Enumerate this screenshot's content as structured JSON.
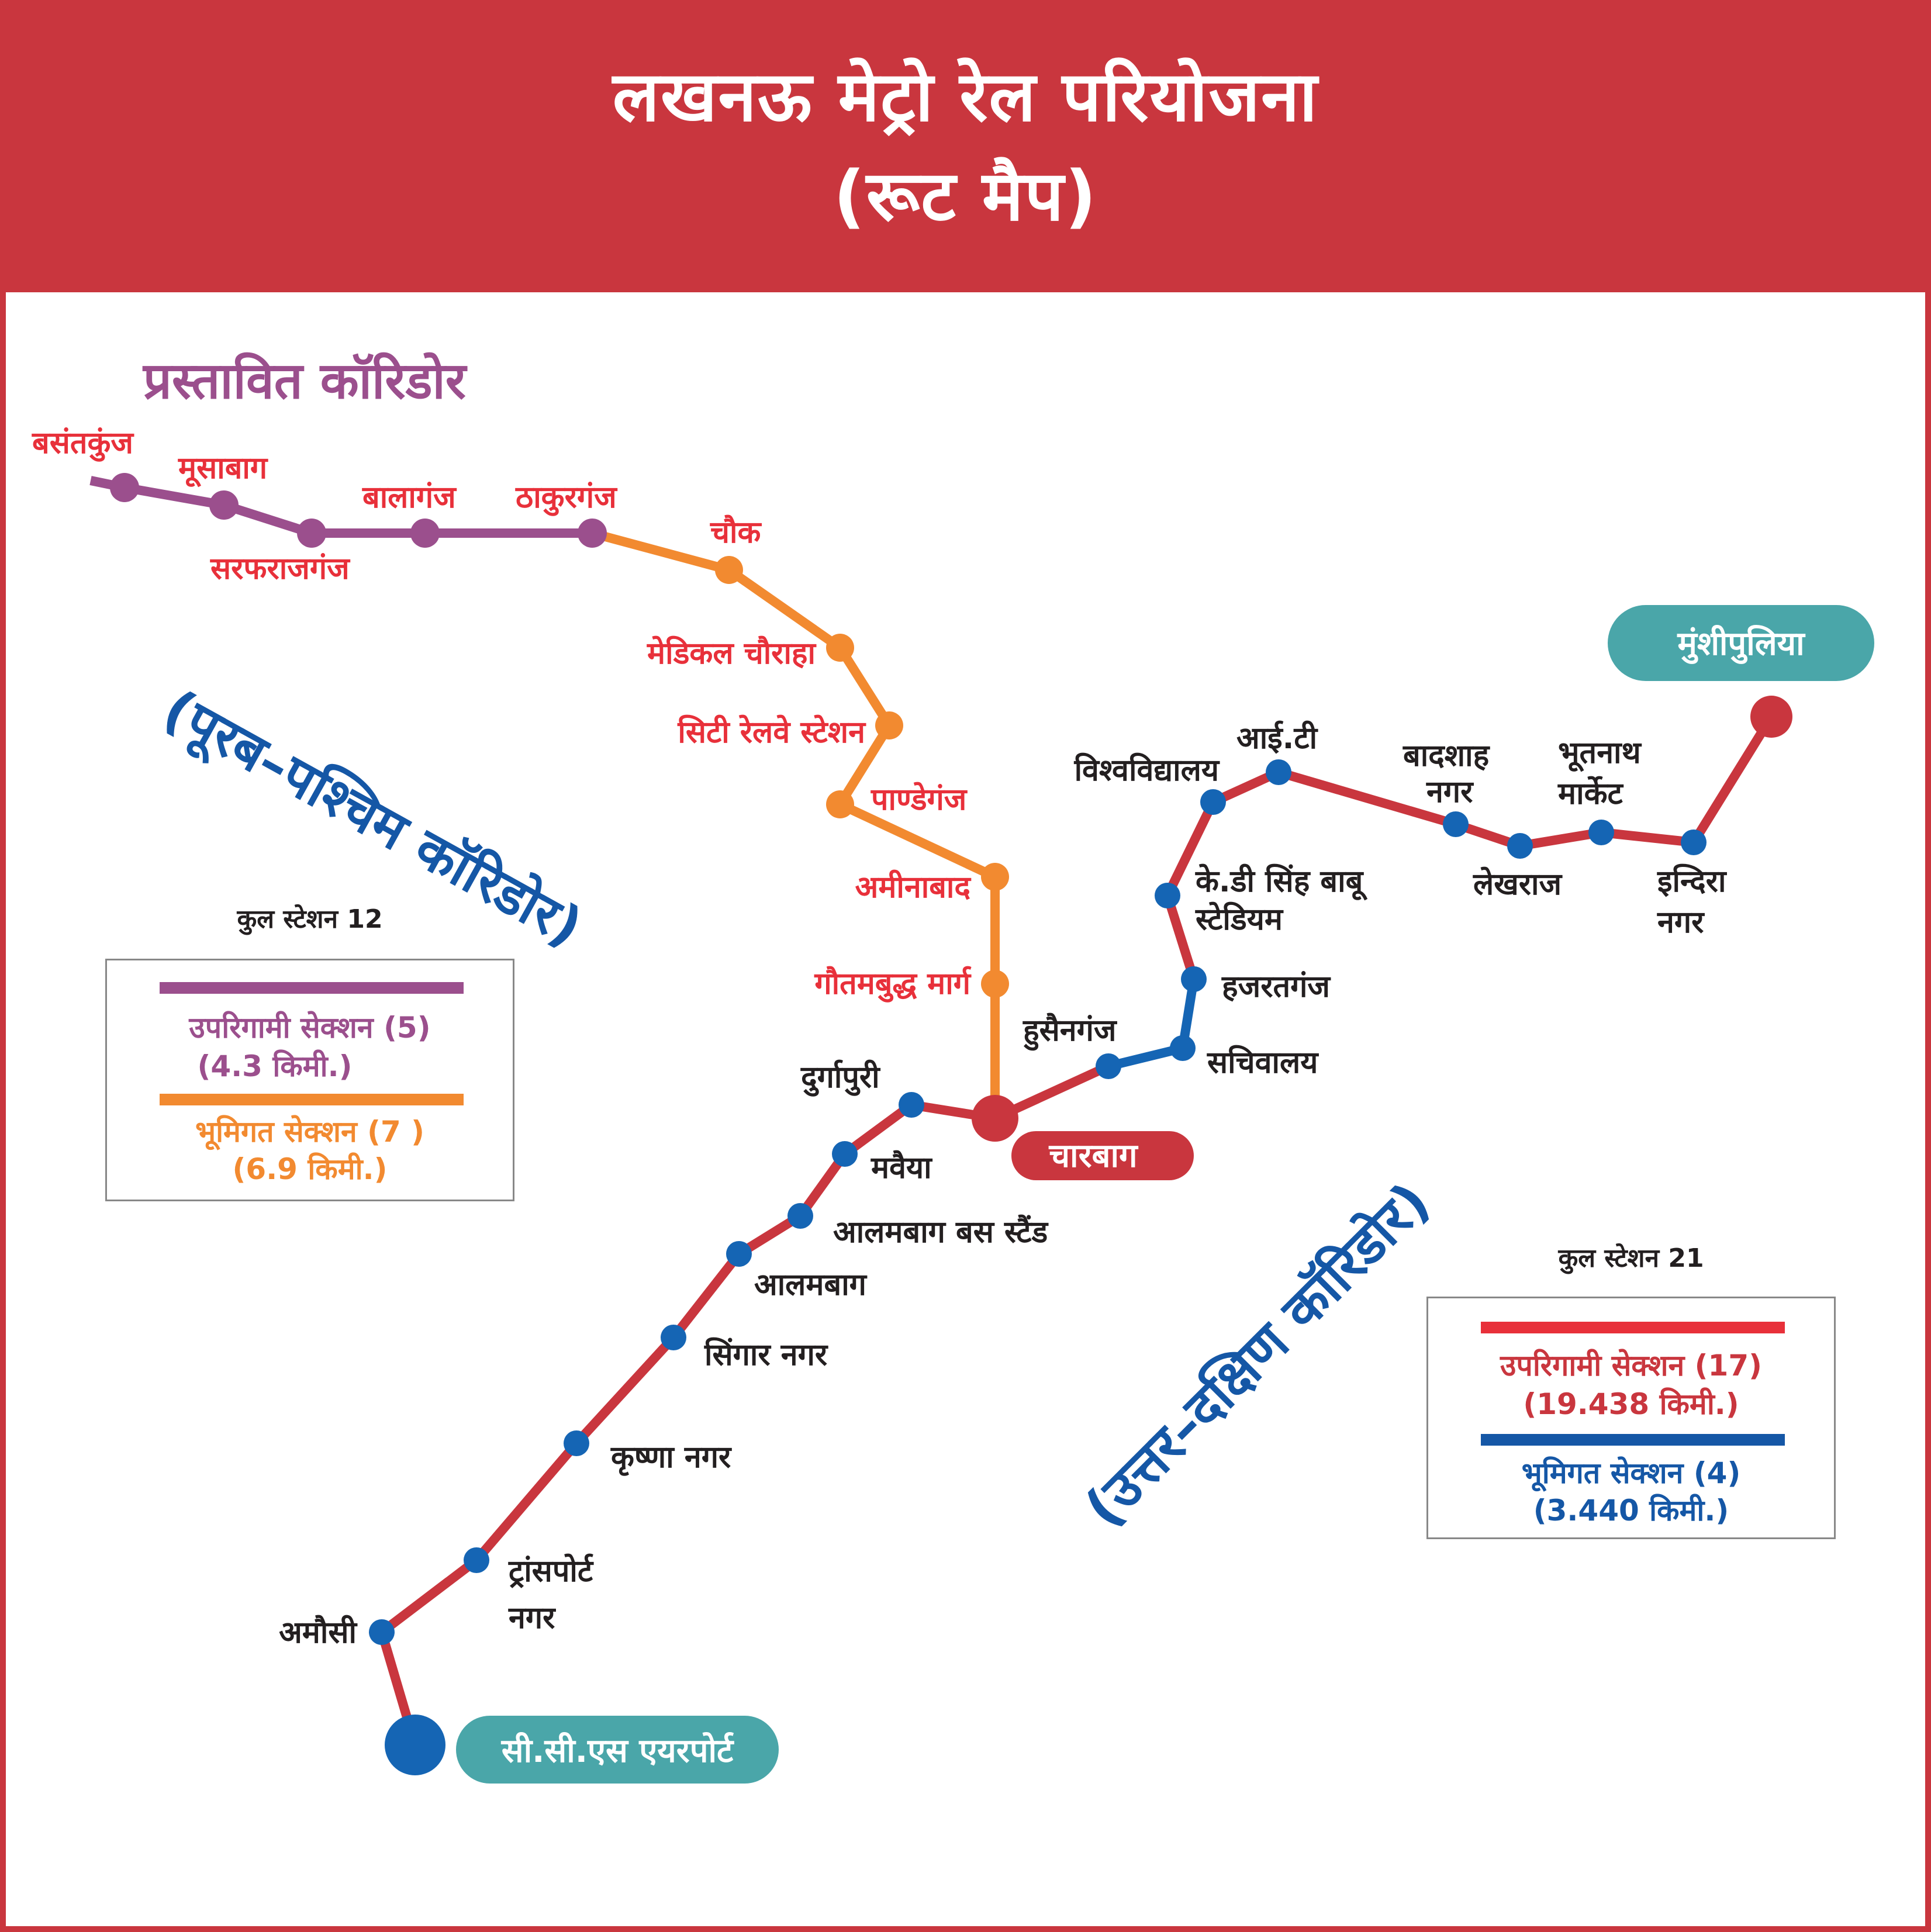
{
  "header": {
    "title_line1": "लखनऊ मेट्रो रेल परियोजना",
    "title_line2": "(रूट मैप)"
  },
  "colors": {
    "header_bg": "#c9363e",
    "proposed_purple": "#9b4f8d",
    "underground_orange": "#f28a30",
    "elevated_red": "#c9363e",
    "underground_blue": "#1565b4",
    "terminal_teal": "#4aa6a9",
    "label_red": "#e8303a",
    "label_black": "#231f20",
    "corridor_blue": "#1557a6"
  },
  "proposed_corridor": {
    "title": "प्रस्तावित कॉरिडोर"
  },
  "east_west": {
    "corridor_label": "(पूरब–पश्चिम कॉरिडोर)",
    "total_stations": "कुल स्टेशन 12",
    "legend": [
      {
        "label": "उपरिगामी सेक्शन (5)",
        "length": "(4.3 किमी.)",
        "color": "#9b4f8d"
      },
      {
        "label": "भूमिगत सेक्शन (7 )",
        "length": "(6.9 किमी.)",
        "color": "#f28a30"
      }
    ],
    "stations": [
      {
        "name": "बसंतकुंज",
        "section": "elevated"
      },
      {
        "name": "मूसाबाग",
        "section": "elevated"
      },
      {
        "name": "सरफराजगंज",
        "section": "elevated"
      },
      {
        "name": "बालागंज",
        "section": "elevated"
      },
      {
        "name": "ठाकुरगंज",
        "section": "elevated"
      },
      {
        "name": "चौक",
        "section": "underground"
      },
      {
        "name": "मेडिकल चौराहा",
        "section": "underground"
      },
      {
        "name": "सिटी रेलवे स्टेशन",
        "section": "underground"
      },
      {
        "name": "पाण्डेगंज",
        "section": "underground"
      },
      {
        "name": "अमीनाबाद",
        "section": "underground"
      },
      {
        "name": "गौतमबुद्ध मार्ग",
        "section": "underground"
      },
      {
        "name": "चारबाग",
        "section": "interchange"
      }
    ]
  },
  "north_south": {
    "corridor_label": "(उत्तर–दक्षिण कॉरिडोर)",
    "total_stations": "कुल स्टेशन 21",
    "legend": [
      {
        "label": "उपरिगामी सेक्शन (17)",
        "length": "(19.438 किमी.)",
        "color": "#e8303a"
      },
      {
        "label": "भूमिगत सेक्शन (4)",
        "length": "(3.440 किमी.)",
        "color": "#1557a6"
      }
    ],
    "terminals": {
      "north": "मुंशीपुलिया",
      "south": "सी.सी.एस एयरपोर्ट",
      "interchange": "चारबाग"
    },
    "stations": [
      {
        "name": "सी.सी.एस एयरपोर्ट"
      },
      {
        "name": "अमौसी"
      },
      {
        "name": "ट्रांसपोर्ट",
        "name2": "नगर"
      },
      {
        "name": "कृष्णा नगर"
      },
      {
        "name": "सिंगार नगर"
      },
      {
        "name": "आलमबाग"
      },
      {
        "name": "आलमबाग बस स्टैंड"
      },
      {
        "name": "मवैया"
      },
      {
        "name": "दुर्गापुरी"
      },
      {
        "name": "चारबाग"
      },
      {
        "name": "हुसैनगंज"
      },
      {
        "name": "सचिवालय"
      },
      {
        "name": "हजरतगंज"
      },
      {
        "name": "के.डी सिंह बाबू",
        "name2": "स्टेडियम"
      },
      {
        "name": "विश्वविद्यालय"
      },
      {
        "name": "आई.टी"
      },
      {
        "name": "बादशाह",
        "name2": "नगर"
      },
      {
        "name": "लेखराज"
      },
      {
        "name": "भूतनाथ",
        "name2": "मार्केट"
      },
      {
        "name": "इन्दिरा",
        "name2": "नगर"
      },
      {
        "name": "मुंशीपुलिया"
      }
    ]
  }
}
